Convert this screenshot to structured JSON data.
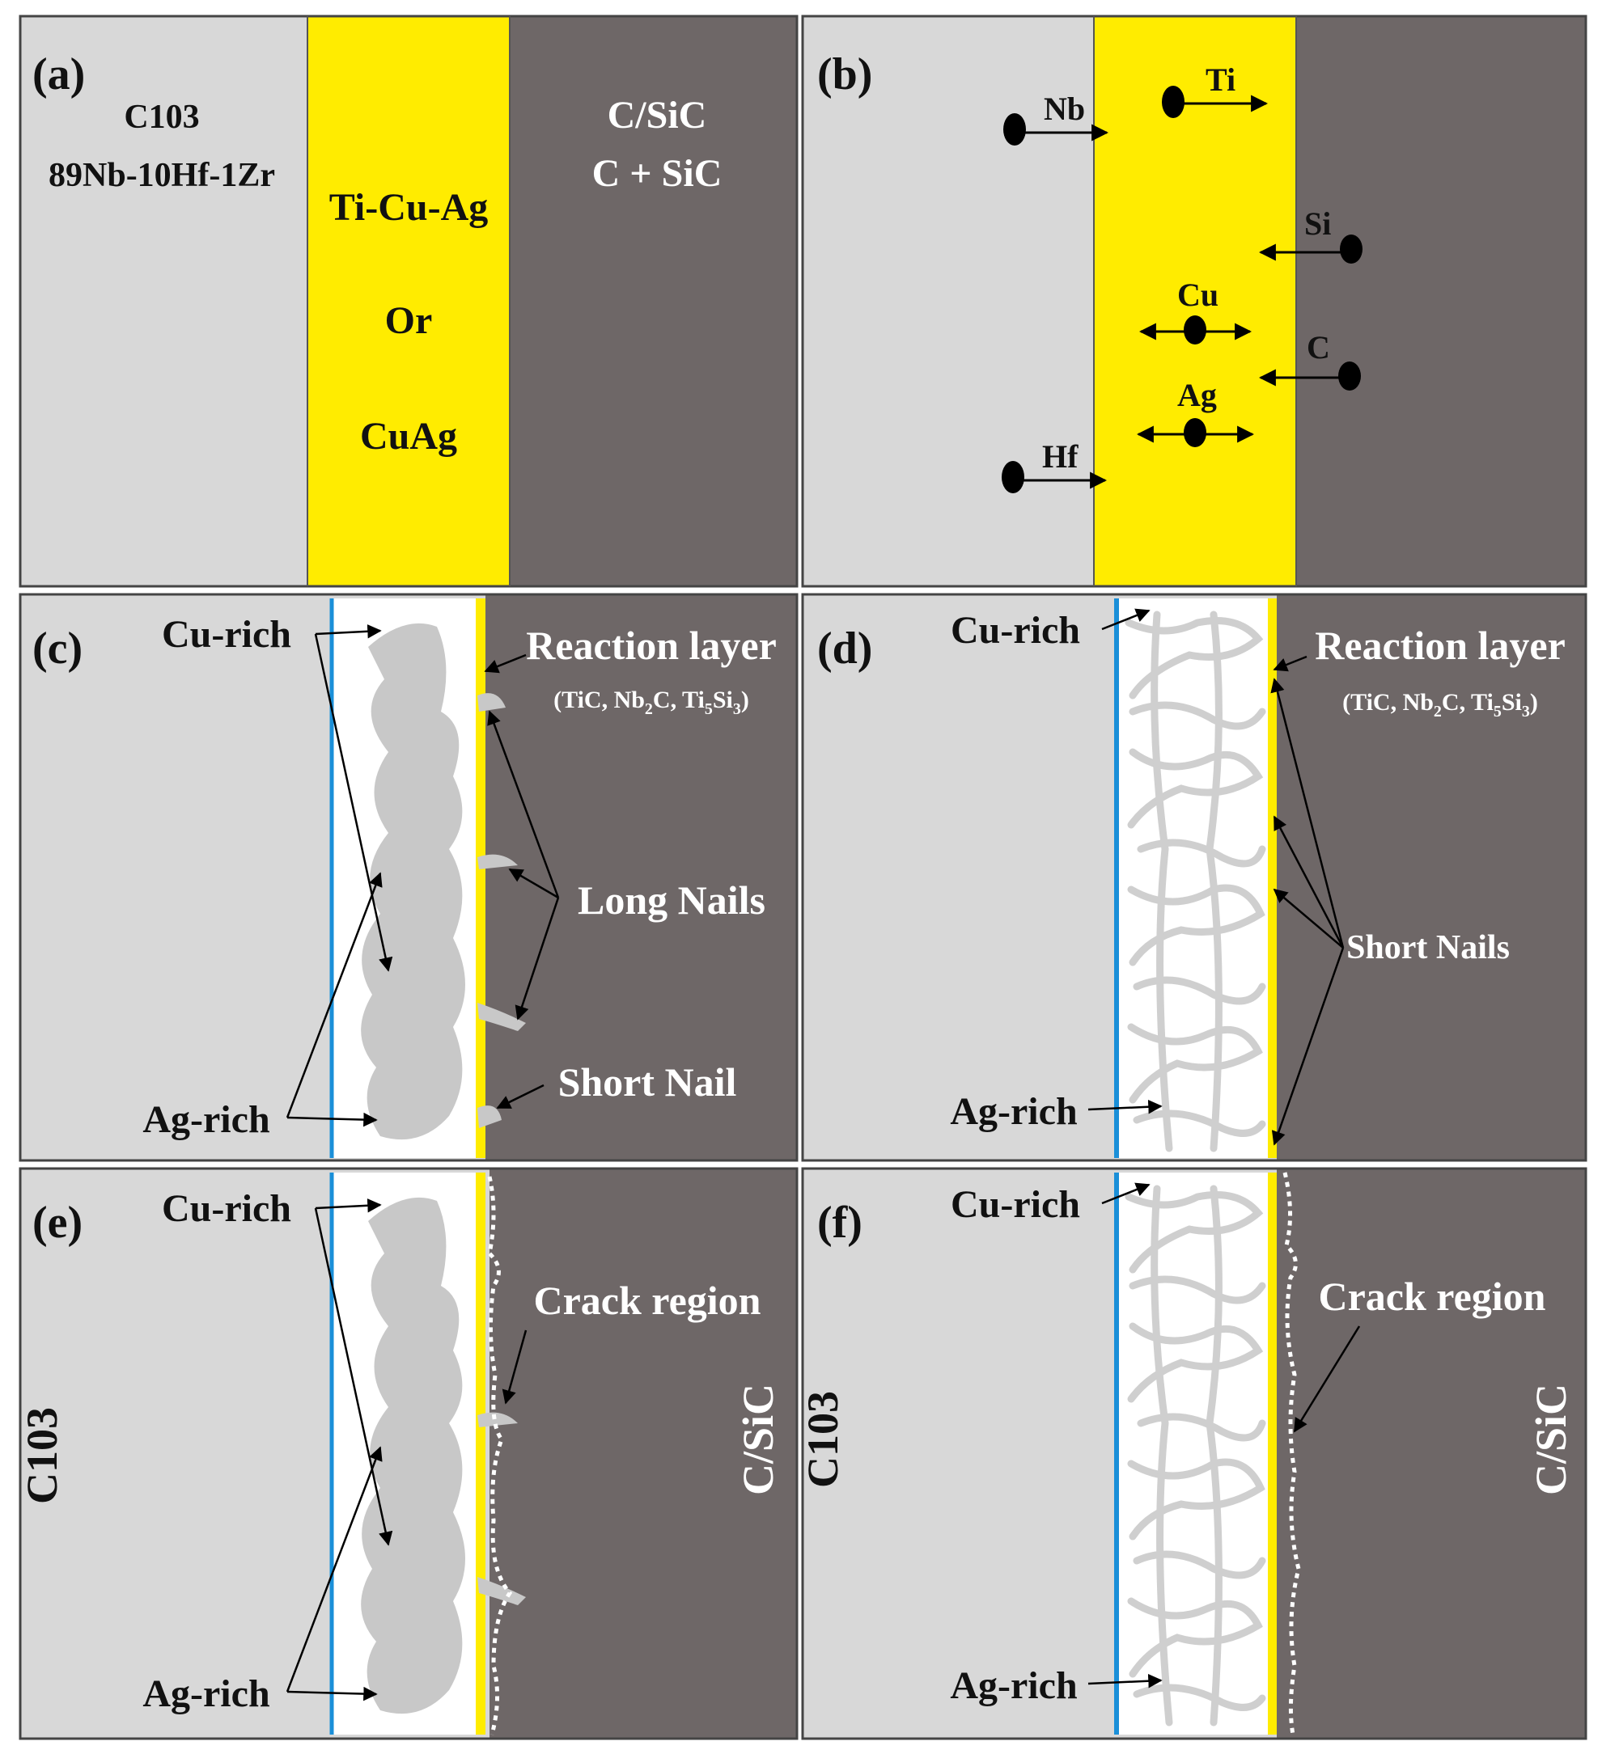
{
  "panels": {
    "a": {
      "tag": "(a)",
      "substrate_name": "C103",
      "substrate_comp": "89Nb-10Hf-1Zr",
      "filler_1": "Ti-Cu-Ag",
      "filler_or": "Or",
      "filler_2": "CuAg",
      "composite_name": "C/SiC",
      "composite_comp": "C + SiC"
    },
    "b": {
      "tag": "(b)",
      "elements": [
        "Nb",
        "Ti",
        "Si",
        "Cu",
        "C",
        "Ag",
        "Hf"
      ]
    },
    "c": {
      "tag": "(c)",
      "cu_rich": "Cu-rich",
      "ag_rich": "Ag-rich",
      "reaction_layer": "Reaction layer",
      "phases_1": "(TiC, Nb",
      "phases_sub1": "2",
      "phases_2": "C, Ti",
      "phases_sub2": "5",
      "phases_3": "Si",
      "phases_sub3": "3",
      "phases_4": ")",
      "long_nails": "Long Nails",
      "short_nail": "Short Nail"
    },
    "d": {
      "tag": "(d)",
      "cu_rich": "Cu-rich",
      "ag_rich": "Ag-rich",
      "reaction_layer": "Reaction layer",
      "phases_1": "(TiC, Nb",
      "phases_sub1": "2",
      "phases_2": "C, Ti",
      "phases_sub2": "5",
      "phases_3": "Si",
      "phases_sub3": "3",
      "phases_4": ")",
      "short_nails": "Short Nails"
    },
    "e": {
      "tag": "(e)",
      "cu_rich": "Cu-rich",
      "ag_rich": "Ag-rich",
      "crack_region": "Crack region",
      "left_label": "C103",
      "right_label": "C/SiC"
    },
    "f": {
      "tag": "(f)",
      "cu_rich": "Cu-rich",
      "ag_rich": "Ag-rich",
      "crack_region": "Crack region",
      "left_label": "C103",
      "right_label": "C/SiC"
    }
  },
  "colors": {
    "c103": "#d8d8d8",
    "filler": "#ffec00",
    "composite": "#6e6767",
    "interlayer_line": "#1a8fd8",
    "white_text": "#ffffff",
    "black_text": "#111111"
  }
}
